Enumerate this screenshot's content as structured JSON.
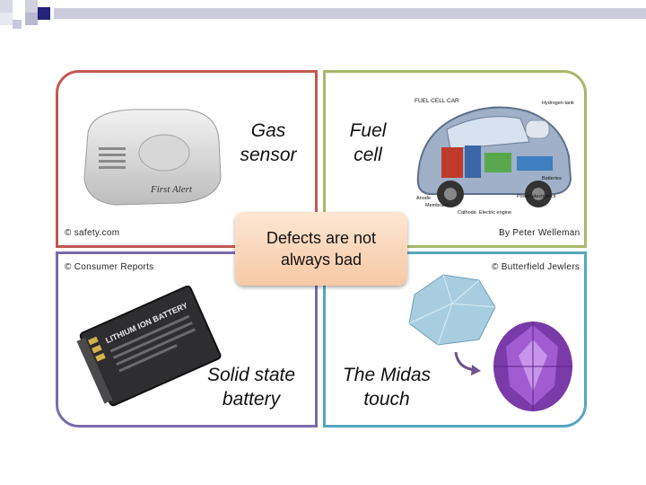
{
  "slide": {
    "center_text": "Defects are not always bad",
    "quadrants": {
      "top_left": {
        "label": "Gas sensor",
        "credit": "© safety.com"
      },
      "top_right": {
        "label": "Fuel cell",
        "credit": "By Peter Welleman"
      },
      "bottom_left": {
        "label": "Solid state battery",
        "credit": "© Consumer Reports"
      },
      "bottom_right": {
        "label": "The Midas touch",
        "credit": "© Butterfield Jewlers"
      }
    },
    "images": {
      "detector": {
        "brand": "First Alert"
      },
      "battery": {
        "text": "LITHIUM ION BATTERY"
      },
      "car": {
        "callouts": [
          "FUEL CELL CAR",
          "Hydrogen tank",
          "Batteries",
          "Power electronics",
          "Electric engine",
          "Cathode",
          "Membrane",
          "Anode"
        ]
      }
    },
    "colors": {
      "top_left_border": "#c25852",
      "top_right_border": "#a7b86b",
      "bottom_left_border": "#7a6bab",
      "bottom_right_border": "#56a6bf",
      "center_fill": "#f7c9a5"
    }
  }
}
